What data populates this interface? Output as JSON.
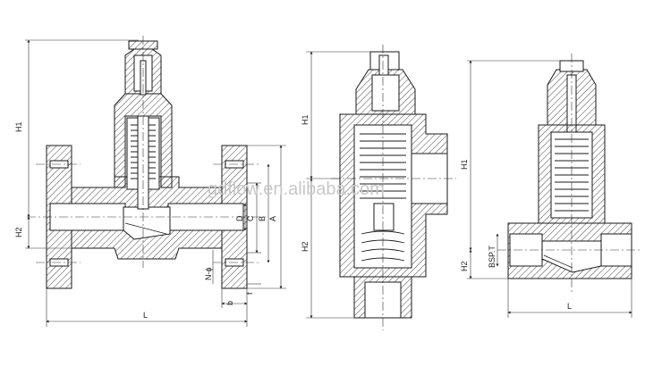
{
  "watermark": "gdflow.en.alibaba.com",
  "drawing_left": {
    "labels": {
      "h1": "H1",
      "h2": "H2",
      "l": "L",
      "a": "A",
      "b": "B",
      "c": "C",
      "d": "D",
      "n_phi": "N-ɸ",
      "b_small": "b",
      "f": "f"
    }
  },
  "drawing_middle": {
    "labels": {
      "h1": "H1",
      "h2": "H2"
    }
  },
  "drawing_right": {
    "labels": {
      "h1": "H1",
      "h2": "H2",
      "l": "L",
      "bspt": "BSP.T"
    }
  }
}
